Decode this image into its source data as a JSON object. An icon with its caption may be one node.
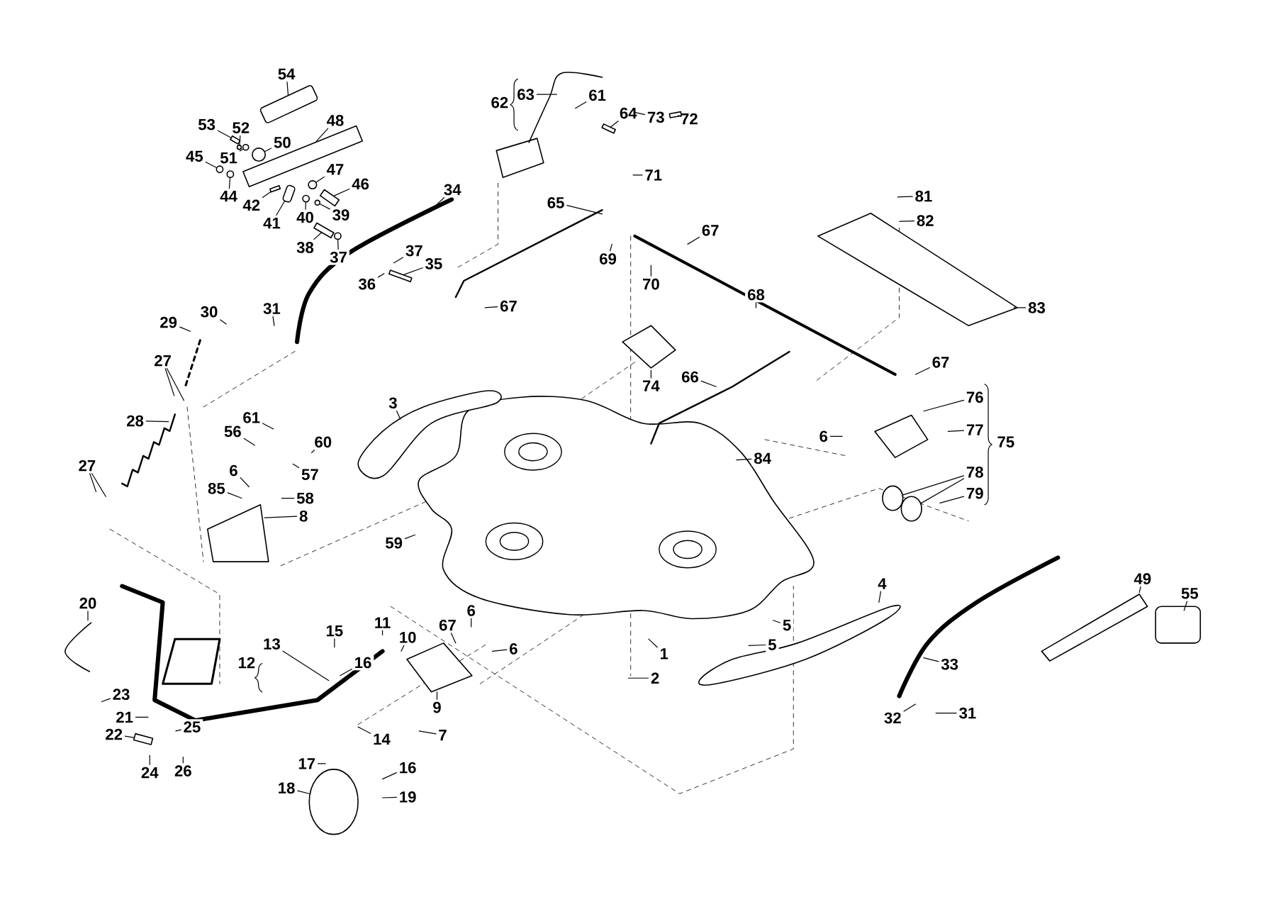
{
  "diagram": {
    "nodes": [
      {
        "text": [
          "54"
        ]
      },
      {
        "text": [
          "53"
        ]
      },
      {
        "text": [
          "52"
        ]
      },
      {
        "text": [
          "50"
        ]
      },
      {
        "text": [
          "48"
        ]
      },
      {
        "text": [
          "45"
        ]
      },
      {
        "text": [
          "51"
        ]
      },
      {
        "text": [
          "44"
        ]
      },
      {
        "text": [
          "47"
        ]
      },
      {
        "text": [
          "46"
        ]
      },
      {
        "text": [
          "42"
        ]
      },
      {
        "text": [
          "41"
        ]
      },
      {
        "text": [
          "40"
        ]
      },
      {
        "text": [
          "39"
        ]
      },
      {
        "text": [
          "38"
        ]
      },
      {
        "text": [
          "37"
        ]
      },
      {
        "text": [
          "34"
        ]
      },
      {
        "text": [
          "37"
        ]
      },
      {
        "text": [
          "35"
        ]
      },
      {
        "text": [
          "36"
        ]
      },
      {
        "text": [
          "31"
        ]
      },
      {
        "text": [
          "30"
        ]
      },
      {
        "text": [
          "29"
        ]
      },
      {
        "text": [
          "27"
        ]
      },
      {
        "text": [
          "28"
        ]
      },
      {
        "text": [
          "27"
        ]
      },
      {
        "text": [
          "61"
        ]
      },
      {
        "text": [
          "56"
        ]
      },
      {
        "text": [
          "60"
        ]
      },
      {
        "text": [
          "57"
        ]
      },
      {
        "text": [
          "6"
        ]
      },
      {
        "text": [
          "85"
        ]
      },
      {
        "text": [
          "58"
        ]
      },
      {
        "text": [
          "8"
        ]
      },
      {
        "text": [
          "3"
        ]
      },
      {
        "text": [
          "59"
        ]
      },
      {
        "text": [
          "63"
        ]
      },
      {
        "text": [
          "61"
        ]
      },
      {
        "text": [
          "64"
        ]
      },
      {
        "text": [
          "73"
        ]
      },
      {
        "text": [
          "72"
        ]
      },
      {
        "text": [
          "71"
        ]
      },
      {
        "text": [
          "65"
        ]
      },
      {
        "text": [
          "67"
        ]
      },
      {
        "text": [
          "69"
        ]
      },
      {
        "text": [
          "70"
        ]
      },
      {
        "text": [
          "68"
        ]
      },
      {
        "text": [
          "67"
        ]
      },
      {
        "text": [
          "81"
        ]
      },
      {
        "text": [
          "82"
        ]
      },
      {
        "text": [
          "83"
        ]
      },
      {
        "text": [
          "74"
        ]
      },
      {
        "text": [
          "66"
        ]
      },
      {
        "text": [
          "67"
        ]
      },
      {
        "text": [
          "76"
        ]
      },
      {
        "text": [
          "77"
        ]
      },
      {
        "text": [
          "6"
        ]
      },
      {
        "text": [
          "84"
        ]
      },
      {
        "text": [
          "78"
        ]
      },
      {
        "text": [
          "79"
        ]
      },
      {
        "text": [
          "4"
        ]
      },
      {
        "text": [
          "49"
        ]
      },
      {
        "text": [
          "55"
        ]
      },
      {
        "text": [
          "5"
        ]
      },
      {
        "text": [
          "5"
        ]
      },
      {
        "text": [
          "1"
        ]
      },
      {
        "text": [
          "2"
        ]
      },
      {
        "text": [
          "33"
        ]
      },
      {
        "text": [
          "32"
        ]
      },
      {
        "text": [
          "31"
        ]
      },
      {
        "text": [
          "20"
        ]
      },
      {
        "text": [
          "23"
        ]
      },
      {
        "text": [
          "21"
        ]
      },
      {
        "text": [
          "22"
        ]
      },
      {
        "text": [
          "25"
        ]
      },
      {
        "text": [
          "24"
        ]
      },
      {
        "text": [
          "26"
        ]
      },
      {
        "text": [
          "13"
        ]
      },
      {
        "text": [
          "15"
        ]
      },
      {
        "text": [
          "16"
        ]
      },
      {
        "text": [
          "11"
        ]
      },
      {
        "text": [
          "10"
        ]
      },
      {
        "text": [
          "6"
        ]
      },
      {
        "text": [
          "67"
        ]
      },
      {
        "text": [
          "6"
        ]
      },
      {
        "text": [
          "9"
        ]
      },
      {
        "text": [
          "14"
        ]
      },
      {
        "text": [
          "7"
        ]
      },
      {
        "text": [
          "17"
        ]
      },
      {
        "text": [
          "16"
        ]
      },
      {
        "text": [
          "18"
        ]
      },
      {
        "text": [
          "19"
        ]
      },
      {
        "text": [],
        "shape": "picture"
      },
      {
        "text": [],
        "shape": "bar"
      },
      {
        "text": [],
        "shape": "circle"
      },
      {
        "text": [],
        "shape": "circle"
      },
      {
        "text": [],
        "shape": "bar"
      },
      {
        "text": [],
        "shape": "circle"
      },
      {
        "text": [],
        "shape": "circle"
      },
      {
        "text": [],
        "shape": "circle"
      },
      {
        "text": [],
        "shape": "circle"
      },
      {
        "text": [],
        "shape": "bar"
      },
      {
        "text": [],
        "shape": "bar"
      },
      {
        "text": [],
        "shape": "picture"
      },
      {
        "text": [],
        "shape": "circle"
      },
      {
        "text": [],
        "shape": "circle"
      },
      {
        "text": [],
        "shape": "bar"
      },
      {
        "text": [],
        "shape": "circle"
      },
      {
        "text": [],
        "shape": "cylinder"
      },
      {
        "text": [],
        "shape": "cylinder"
      },
      {
        "text": [],
        "shape": "bar"
      },
      {
        "text": [],
        "shape": "bar"
      },
      {
        "text": [],
        "shape": "bar"
      },
      {
        "text": [],
        "shape": "bar"
      }
    ],
    "edges": [
      {
        "from": 0,
        "to": 92,
        "arrow": "none"
      },
      {
        "from": 1,
        "to": 93,
        "arrow": "none"
      },
      {
        "from": 2,
        "to": 94,
        "arrow": "none"
      },
      {
        "from": 3,
        "to": 95,
        "arrow": "none"
      },
      {
        "from": 4,
        "to": 96,
        "arrow": "none"
      },
      {
        "from": 5,
        "to": 97,
        "arrow": "none"
      },
      {
        "from": 6,
        "to": 98,
        "arrow": "none"
      },
      {
        "from": 7,
        "to": 99,
        "arrow": "none"
      },
      {
        "from": 8,
        "to": 100,
        "arrow": "none"
      },
      {
        "from": 9,
        "to": 101,
        "arrow": "none"
      },
      {
        "from": 10,
        "to": 102,
        "arrow": "none"
      },
      {
        "from": 11,
        "to": 103,
        "arrow": "none"
      },
      {
        "from": 12,
        "to": 104,
        "arrow": "none"
      },
      {
        "from": 13,
        "to": 105,
        "arrow": "none"
      },
      {
        "from": 14,
        "to": 106,
        "arrow": "none"
      },
      {
        "from": 15,
        "to": 107,
        "arrow": "none"
      },
      {
        "from": 16,
        "to": null,
        "arrow": "none"
      },
      {
        "from": 17,
        "to": null,
        "arrow": "none"
      },
      {
        "from": 18,
        "to": 112,
        "arrow": "none"
      },
      {
        "from": 19,
        "to": null,
        "arrow": "none"
      },
      {
        "from": 20,
        "to": null,
        "arrow": "none"
      },
      {
        "from": 21,
        "to": null,
        "arrow": "none"
      },
      {
        "from": 22,
        "to": null,
        "arrow": "none"
      },
      {
        "from": 23,
        "to": null,
        "arrow": "none"
      },
      {
        "from": 23,
        "to": null,
        "arrow": "none"
      },
      {
        "from": 24,
        "to": null,
        "arrow": "none"
      },
      {
        "from": 25,
        "to": null,
        "arrow": "none"
      },
      {
        "from": 25,
        "to": null,
        "arrow": "none"
      },
      {
        "from": 26,
        "to": null,
        "arrow": "none"
      },
      {
        "from": 27,
        "to": null,
        "arrow": "none"
      },
      {
        "from": 28,
        "to": null,
        "arrow": "none"
      },
      {
        "from": 29,
        "to": null,
        "arrow": "none"
      },
      {
        "from": 30,
        "to": null,
        "arrow": "none"
      },
      {
        "from": 31,
        "to": null,
        "arrow": "none"
      },
      {
        "from": 32,
        "to": null,
        "arrow": "none"
      },
      {
        "from": 33,
        "to": null,
        "arrow": "none"
      },
      {
        "from": 34,
        "to": null,
        "arrow": "none"
      },
      {
        "from": 35,
        "to": null,
        "arrow": "none"
      },
      {
        "from": 36,
        "to": null,
        "arrow": "none"
      },
      {
        "from": 37,
        "to": null,
        "arrow": "none"
      },
      {
        "from": 38,
        "to": 113,
        "arrow": "none"
      },
      {
        "from": 39,
        "to": null,
        "arrow": "none"
      },
      {
        "from": 40,
        "to": 110,
        "arrow": "none"
      },
      {
        "from": 41,
        "to": null,
        "arrow": "none"
      },
      {
        "from": 42,
        "to": null,
        "arrow": "none"
      },
      {
        "from": 43,
        "to": null,
        "arrow": "none"
      },
      {
        "from": 44,
        "to": null,
        "arrow": "none"
      },
      {
        "from": 45,
        "to": null,
        "arrow": "none"
      },
      {
        "from": 46,
        "to": null,
        "arrow": "none"
      },
      {
        "from": 47,
        "to": null,
        "arrow": "none"
      },
      {
        "from": 48,
        "to": null,
        "arrow": "none"
      },
      {
        "from": 49,
        "to": null,
        "arrow": "none"
      },
      {
        "from": 50,
        "to": null,
        "arrow": "none"
      },
      {
        "from": 51,
        "to": null,
        "arrow": "none"
      },
      {
        "from": 52,
        "to": null,
        "arrow": "none"
      },
      {
        "from": 53,
        "to": null,
        "arrow": "none"
      },
      {
        "from": 54,
        "to": null,
        "arrow": "none"
      },
      {
        "from": 55,
        "to": null,
        "arrow": "none"
      },
      {
        "from": 56,
        "to": null,
        "arrow": "none"
      },
      {
        "from": 57,
        "to": null,
        "arrow": "none"
      },
      {
        "from": 58,
        "to": 108,
        "arrow": "none"
      },
      {
        "from": 58,
        "to": 109,
        "arrow": "none"
      },
      {
        "from": 59,
        "to": null,
        "arrow": "none"
      },
      {
        "from": 60,
        "to": null,
        "arrow": "none"
      },
      {
        "from": 61,
        "to": null,
        "arrow": "none"
      },
      {
        "from": 62,
        "to": null,
        "arrow": "none"
      },
      {
        "from": 63,
        "to": null,
        "arrow": "none"
      },
      {
        "from": 64,
        "to": null,
        "arrow": "none"
      },
      {
        "from": 65,
        "to": null,
        "arrow": "none"
      },
      {
        "from": 66,
        "to": null,
        "arrow": "none"
      },
      {
        "from": 67,
        "to": null,
        "arrow": "none"
      },
      {
        "from": 68,
        "to": null,
        "arrow": "none"
      },
      {
        "from": 69,
        "to": null,
        "arrow": "none"
      },
      {
        "from": 70,
        "to": null,
        "arrow": "none"
      },
      {
        "from": 71,
        "to": null,
        "arrow": "none"
      },
      {
        "from": 72,
        "to": null,
        "arrow": "none"
      },
      {
        "from": 73,
        "to": 111,
        "arrow": "none"
      },
      {
        "from": 74,
        "to": null,
        "arrow": "none"
      },
      {
        "from": 75,
        "to": null,
        "arrow": "none"
      },
      {
        "from": 76,
        "to": null,
        "arrow": "none"
      },
      {
        "from": 77,
        "to": null,
        "arrow": "none"
      },
      {
        "from": 78,
        "to": null,
        "arrow": "none"
      },
      {
        "from": 79,
        "to": null,
        "arrow": "none"
      },
      {
        "from": 80,
        "to": null,
        "arrow": "none"
      },
      {
        "from": 81,
        "to": null,
        "arrow": "none"
      },
      {
        "from": 82,
        "to": null,
        "arrow": "none"
      },
      {
        "from": 83,
        "to": null,
        "arrow": "none"
      },
      {
        "from": 84,
        "to": null,
        "arrow": "none"
      },
      {
        "from": 85,
        "to": null,
        "arrow": "none"
      },
      {
        "from": 86,
        "to": null,
        "arrow": "none"
      },
      {
        "from": 87,
        "to": null,
        "arrow": "none"
      },
      {
        "from": 88,
        "to": null,
        "arrow": "none"
      },
      {
        "from": 89,
        "to": null,
        "arrow": "none"
      },
      {
        "from": 90,
        "to": null,
        "arrow": "none"
      },
      {
        "from": 91,
        "to": null,
        "arrow": "none"
      }
    ],
    "labels": [
      "62",
      "75",
      "12"
    ]
  }
}
